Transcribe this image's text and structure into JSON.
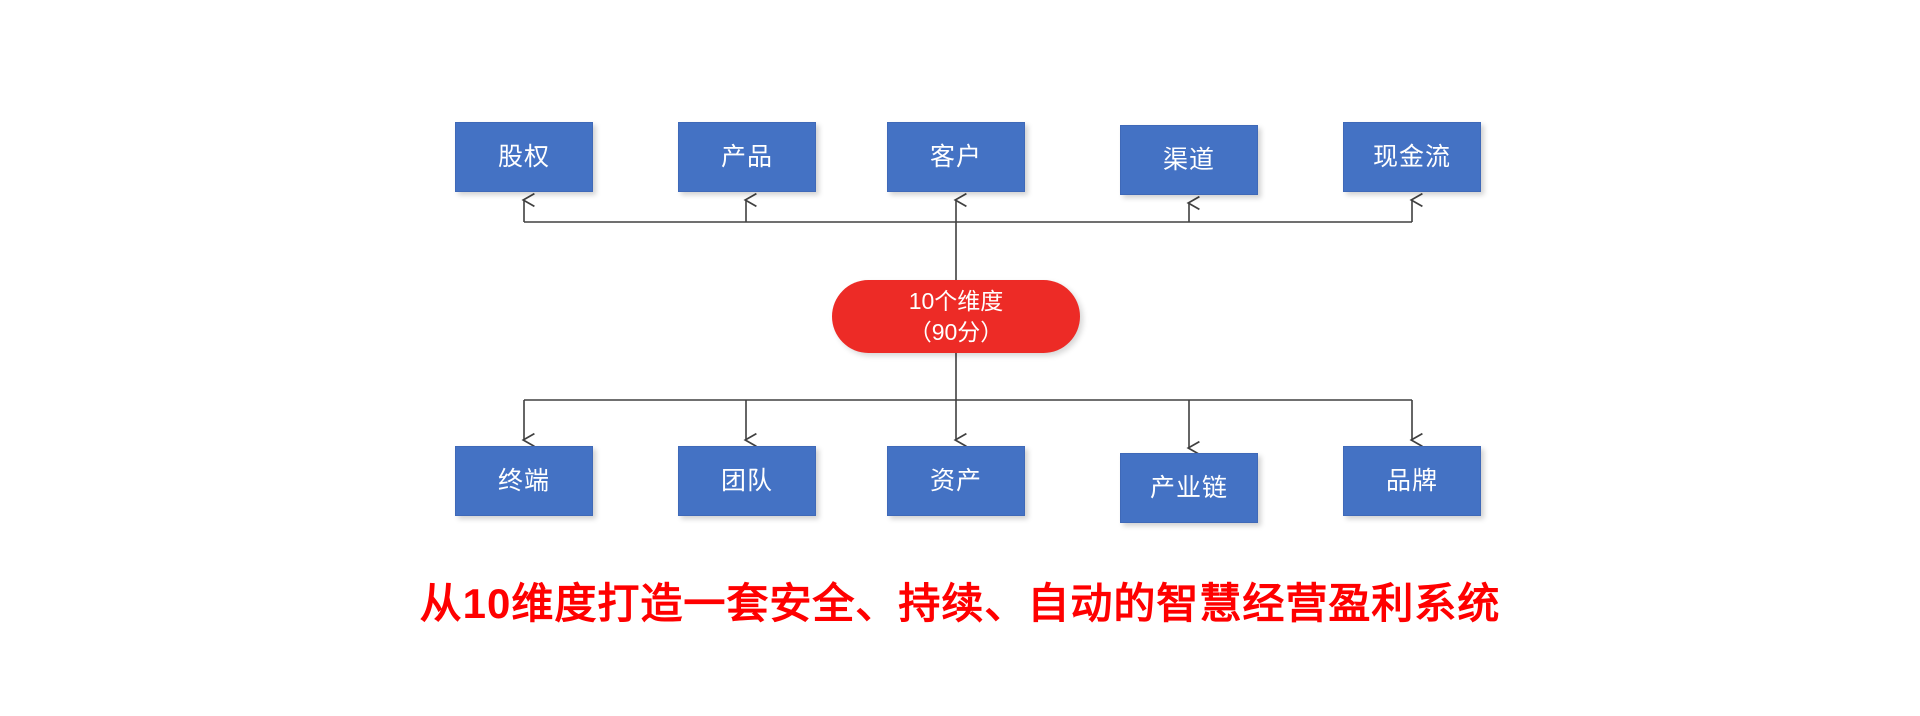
{
  "diagram": {
    "title_caption": "从10维度打造一套安全、持续、自动的智慧经营盈利系统",
    "colors": {
      "node_fill": "#4472C4",
      "node_text": "#FFFFFF",
      "hub_fill": "#ED2B26",
      "hub_text": "#FFFFFF",
      "caption_text": "#FF0000",
      "connector_line": "#404040",
      "background": "#FFFFFF"
    },
    "hub": {
      "line1": "10个维度",
      "line2": "（90分）"
    },
    "top_nodes": [
      {
        "label": "股权"
      },
      {
        "label": "产品"
      },
      {
        "label": "客户"
      },
      {
        "label": "渠道"
      },
      {
        "label": "现金流"
      }
    ],
    "bottom_nodes": [
      {
        "label": "终端"
      },
      {
        "label": "团队"
      },
      {
        "label": "资产"
      },
      {
        "label": "产业链"
      },
      {
        "label": "品牌"
      }
    ]
  }
}
